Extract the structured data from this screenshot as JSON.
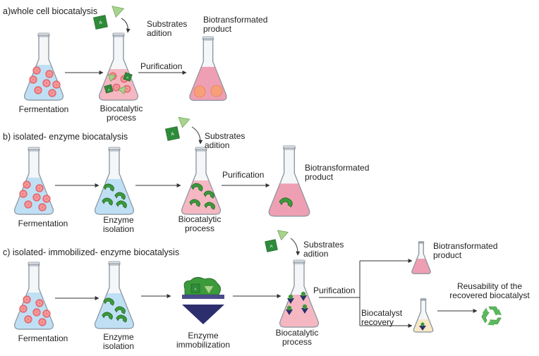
{
  "sections": {
    "a": {
      "title": "a)whole cell biocatalysis",
      "fermentation": "Fermentation",
      "substrates": [
        "Substrates",
        "adition"
      ],
      "biocatalytic": [
        "Biocatalytic",
        "process"
      ],
      "purification": "Purification",
      "product": [
        "Biotransformated",
        "product"
      ]
    },
    "b": {
      "title": "b) isolated- enzyme biocatalysis",
      "fermentation": "Fermentation",
      "enzyme_isolation": [
        "Enzyme",
        "isolation"
      ],
      "substrates": [
        "Substrates",
        "adition"
      ],
      "biocatalytic": [
        "Biocatalytic",
        "process"
      ],
      "purification": "Purification",
      "product": [
        "Biotransformated",
        "product"
      ]
    },
    "c": {
      "title": "c) isolated- immobilized- enzyme biocatalysis",
      "fermentation": "Fermentation",
      "enzyme_isolation": [
        "Enzyme",
        "isolation"
      ],
      "immobilization": [
        "Enzyme",
        "immobilization"
      ],
      "substrates": [
        "Substrates",
        "adition"
      ],
      "biocatalytic": [
        "Biocatalytic",
        "process"
      ],
      "purification": "Purification",
      "product": [
        "Biotransformated",
        "product"
      ],
      "recovery": [
        "Biocatalyst",
        "recovery"
      ],
      "reusability": [
        "Reusability of the",
        "recovered biocatalyst"
      ]
    }
  },
  "substrate_letter": "A",
  "colors": {
    "medium_blue": "#bfe0f4",
    "medium_pink": "#f5b8c2",
    "product_pink": "#ef9fb3",
    "cell": "#f07f82",
    "enzyme_green": "#3b9a3a",
    "substrate_green": "#2e8b3a",
    "triangle_green": "#a7d48d",
    "carrier_navy": "#2c2e6e",
    "recycle_green": "#5cb85c",
    "arrow": "#333333"
  },
  "icons": [
    "flask-icon",
    "cell-icon",
    "enzyme-icon",
    "substrate-square-icon",
    "substrate-triangle-icon",
    "carrier-triangle-icon",
    "recycle-icon",
    "arrow-icon"
  ]
}
